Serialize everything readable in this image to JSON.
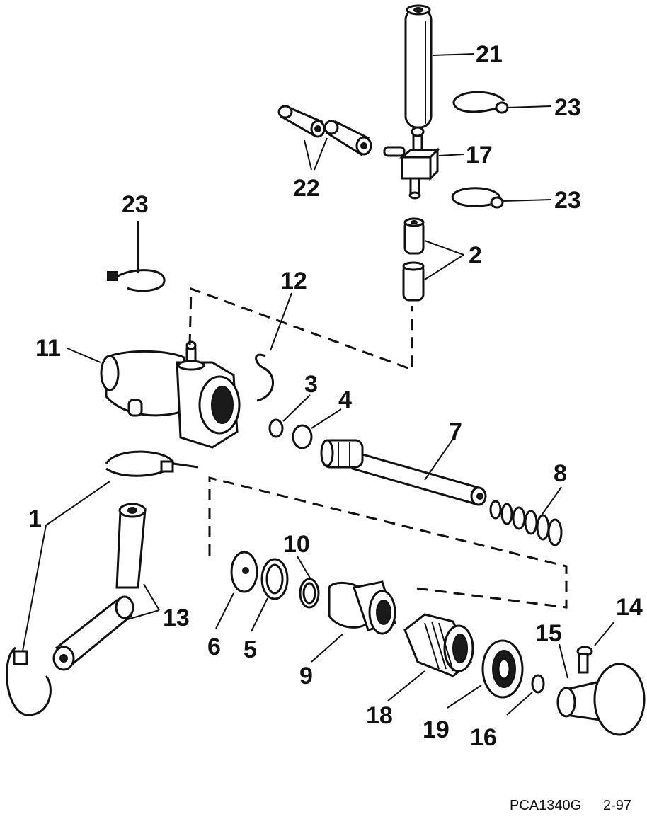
{
  "callouts": {
    "c1": "1",
    "c2": "2",
    "c3": "3",
    "c4": "4",
    "c5": "5",
    "c6": "6",
    "c7": "7",
    "c8": "8",
    "c9": "9",
    "c10": "10",
    "c11": "11",
    "c12": "12",
    "c13": "13",
    "c14": "14",
    "c15": "15",
    "c16": "16",
    "c17": "17",
    "c18": "18",
    "c19": "19",
    "c21": "21",
    "c22": "22",
    "c23a": "23",
    "c23b": "23",
    "c23c": "23"
  },
  "footer": {
    "code": "PCA1340G",
    "date": "2-97"
  }
}
